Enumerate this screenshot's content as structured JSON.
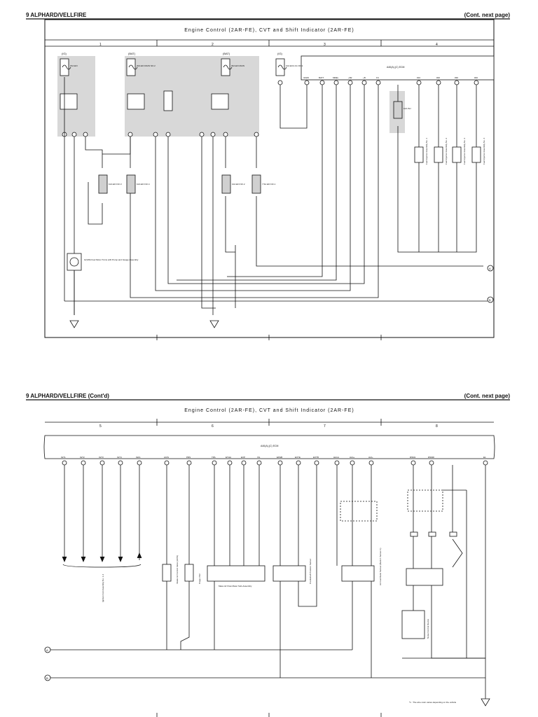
{
  "page1": {
    "header_left": "9  ALPHARD/VELLFIRE",
    "header_right": "(Cont.  next page)",
    "title": "Engine Control (2AR-FE), CVT and Shift Indicator (2AR-FE)",
    "columns": [
      "1",
      "2",
      "3",
      "4"
    ],
    "fuse_boxes": [
      {
        "tag": "(IG)",
        "label": "15A EFI"
      },
      {
        "tag": "(BAT)",
        "label": "20A EFI MAIN NO.2"
      },
      {
        "tag": "(BAT)",
        "label": "30A EFI MAIN"
      },
      {
        "tag": "(IG)",
        "label": "10A ECU-IG NO.1"
      }
    ],
    "ecm_label": "A40(A),(C) ECM",
    "ecm_pins": [
      "IGSW",
      "BATT",
      "MREL",
      "+B2",
      "+B",
      "FC",
      "#10",
      "#20",
      "#30",
      "#40"
    ],
    "components": [
      {
        "label": "10A EFI NO.3"
      },
      {
        "label": "10A EFI NO.4"
      },
      {
        "label": "10A EFI NO.2"
      },
      {
        "label": "7.5A EFI NO.1"
      },
      {
        "label": "10A INJ"
      },
      {
        "label": "G(V09) Fuel Motor Turns with Pump and Gauge Assembly"
      }
    ],
    "injectors": [
      "Fuel Injector Assembly No. 1",
      "Fuel Injector Assembly No. 2",
      "Fuel Injector Assembly No. 3",
      "Fuel Injector Assembly No. 4"
    ],
    "connectors": [
      "A",
      "B"
    ]
  },
  "page2": {
    "header_left": "9  ALPHARD/VELLFIRE (Cont'd)",
    "header_right": "(Cont.  next page)",
    "title": "Engine Control (2AR-FE), CVT and Shift Indicator (2AR-FE)",
    "columns": [
      "5",
      "6",
      "7",
      "8"
    ],
    "ecm_label": "A40(A),(C) ECM",
    "ecm_pins": [
      "IGT1",
      "IGT2",
      "IGT3",
      "IGT4",
      "IGF1",
      "ACIS",
      "PRS",
      "TPA",
      "ETHA",
      "EVP",
      "VG",
      "EPHB",
      "EVTE",
      "EXTB",
      "HA1A",
      "A1A+",
      "A1A-",
      "RSM1",
      "RSMR",
      "E1"
    ],
    "components": [
      {
        "label": "Ignition Coil Assembly No. 1-4"
      },
      {
        "label": "Intake Air Control Valve (ACIS)"
      },
      {
        "label": "Purge VSV"
      },
      {
        "label": "Mass Air Flow Meter Sub-Assembly"
      },
      {
        "label": "Crankshaft Position Sensor"
      },
      {
        "label": "Air Fuel Ratio Sensor (Bank 1 Sensor 1)"
      },
      {
        "label": "Noise Control Device"
      }
    ],
    "connectors": [
      "A",
      "B"
    ],
    "footnote": "*1 : The wire color varies depending on the vehicle"
  }
}
